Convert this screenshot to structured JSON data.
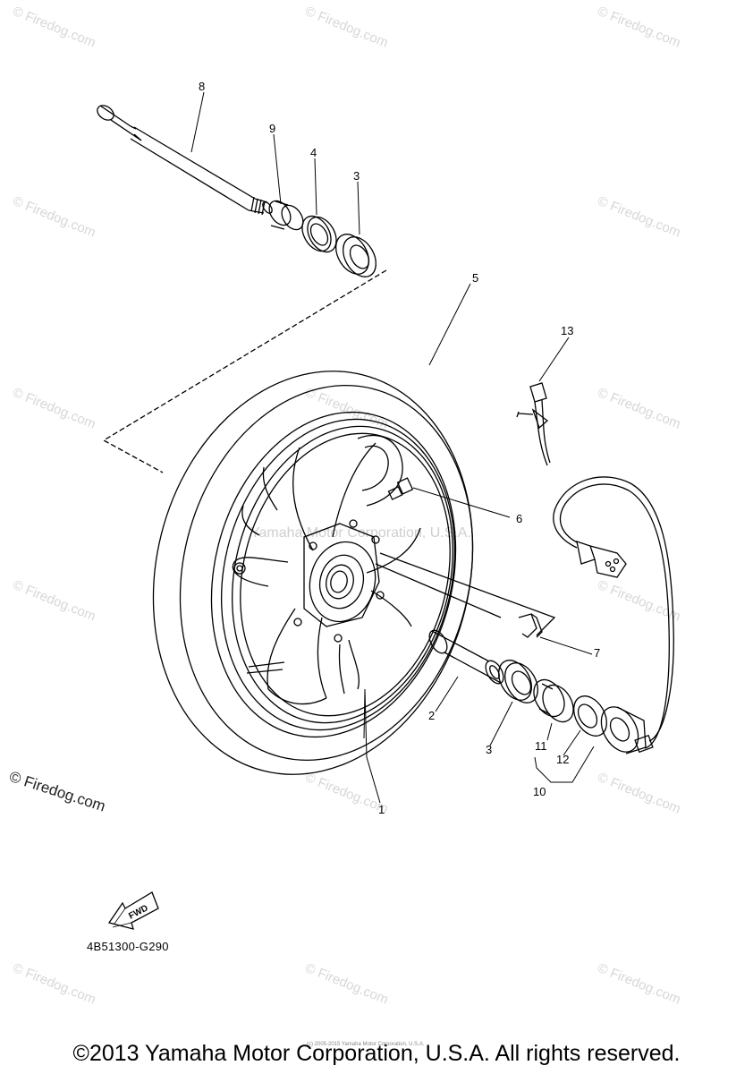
{
  "watermark_text": "© Firedog.com",
  "logo_text": "© Firedog.com",
  "callouts": {
    "c1": "1",
    "c2": "2",
    "c3a": "3",
    "c3b": "3",
    "c4": "4",
    "c5": "5",
    "c6": "6",
    "c7": "7",
    "c8": "8",
    "c9": "9",
    "c10": "10",
    "c11": "11",
    "c12": "12",
    "c13": "13"
  },
  "fwd_label": "FWD",
  "diagram_code": "4B51300-G290",
  "center_watermark": "Yamaha Motor Corporation, U.S.A.",
  "small_note": "(c) 2005-2015 Yamaha Motor Corporation, U.S.A.",
  "copyright": "©2013 Yamaha Motor Corporation, U.S.A. All rights reserved."
}
